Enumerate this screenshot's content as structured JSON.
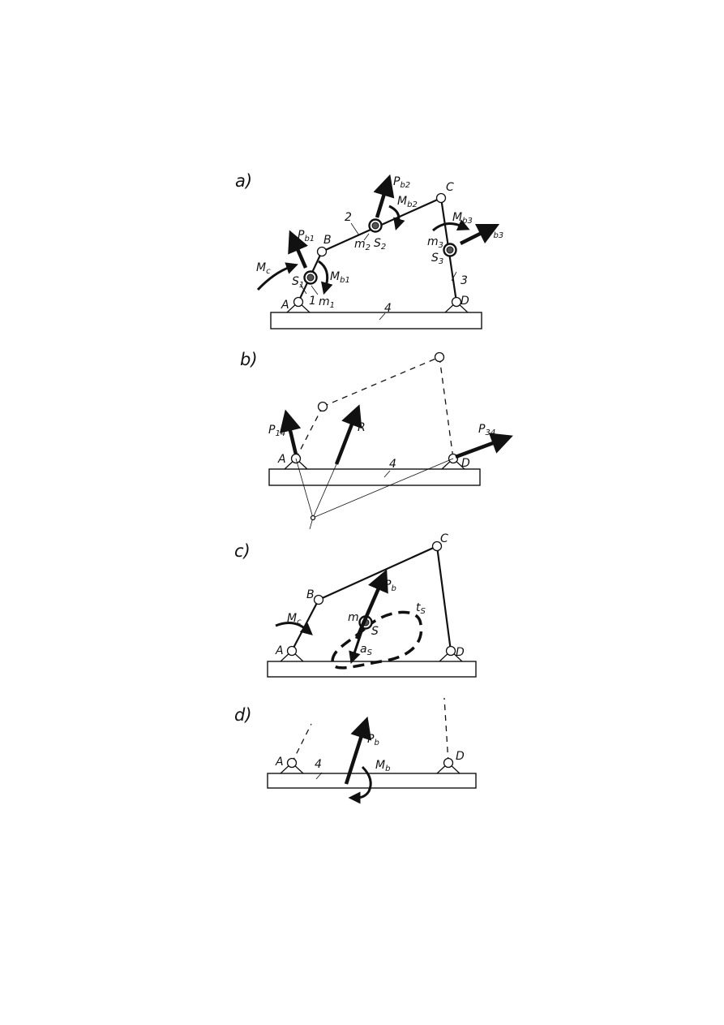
{
  "panels": {
    "a": {
      "label": "a)",
      "points": {
        "A": "A",
        "B": "B",
        "C": "C",
        "D": "D",
        "S1": "S",
        "S1_sub": "1",
        "S2": "S",
        "S2_sub": "2",
        "S3": "S",
        "S3_sub": "3"
      },
      "links": {
        "l1": "1",
        "l2": "2",
        "l3": "3",
        "l4": "4"
      },
      "masses": {
        "m1": "m",
        "m1_sub": "1",
        "m2": "m",
        "m2_sub": "2",
        "m3": "m",
        "m3_sub": "3"
      },
      "forces": {
        "Pb1": "P",
        "Pb1_sub": "b1",
        "Pb2": "P",
        "Pb2_sub": "b2",
        "Pb3": "P",
        "Pb3_sub": "b3"
      },
      "moments": {
        "Mc": "M",
        "Mc_sub": "c",
        "Mb1": "M",
        "Mb1_sub": "b1",
        "Mb2": "M",
        "Mb2_sub": "b2",
        "Mb3": "M",
        "Mb3_sub": "b3"
      }
    },
    "b": {
      "label": "b)",
      "points": {
        "A": "A",
        "D": "D"
      },
      "links": {
        "l4": "4"
      },
      "forces": {
        "P14": "P",
        "P14_sub": "14",
        "R": "R",
        "P34": "P",
        "P34_sub": "34"
      }
    },
    "c": {
      "label": "c)",
      "points": {
        "A": "A",
        "B": "B",
        "C": "C",
        "D": "D",
        "S": "S"
      },
      "masses": {
        "m": "m"
      },
      "forces": {
        "Pb": "P",
        "Pb_sub": "b"
      },
      "moments": {
        "Mc": "M",
        "Mc_sub": "c"
      },
      "accel": {
        "a": "a",
        "a_sub": "S"
      },
      "trajectory": {
        "t": "t",
        "t_sub": "S"
      }
    },
    "d": {
      "label": "d)",
      "points": {
        "A": "A",
        "D": "D"
      },
      "links": {
        "l4": "4"
      },
      "forces": {
        "Pb": "P",
        "Pb_sub": "b"
      },
      "moments": {
        "Mb": "M",
        "Mb_sub": "b"
      }
    }
  }
}
